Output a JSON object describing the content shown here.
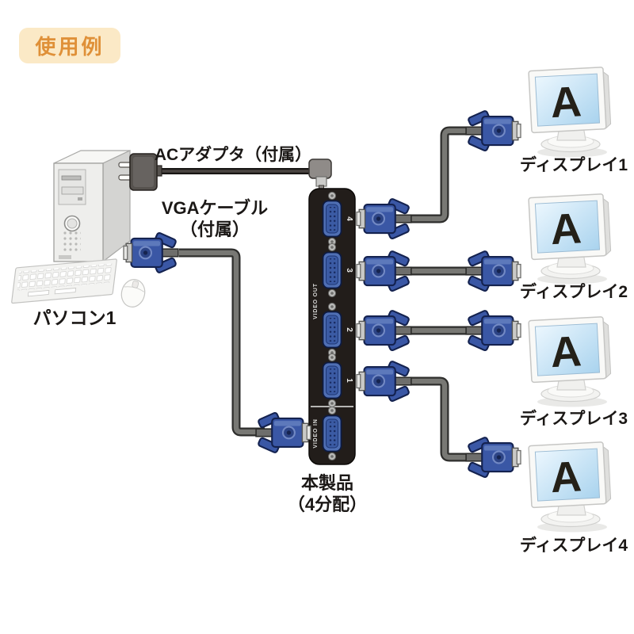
{
  "badge": {
    "label": "使用例"
  },
  "pc": {
    "label": "パソコン1"
  },
  "ac_adapter": {
    "label": "ACアダプタ（付属）"
  },
  "vga_cable": {
    "line1": "VGAケーブル",
    "line2": "（付属）"
  },
  "product": {
    "line1": "本製品",
    "line2": "（4分配）"
  },
  "device": {
    "video_out_label": "VIDEO OUT",
    "video_in_label": "VIDEO IN",
    "out_ports": [
      {
        "number": "4"
      },
      {
        "number": "3"
      },
      {
        "number": "2"
      },
      {
        "number": "1"
      }
    ]
  },
  "displays": [
    {
      "label": "ディスプレイ1",
      "screen_letter": "A"
    },
    {
      "label": "ディスプレイ2",
      "screen_letter": "A"
    },
    {
      "label": "ディスプレイ3",
      "screen_letter": "A"
    },
    {
      "label": "ディスプレイ4",
      "screen_letter": "A"
    }
  ],
  "colors": {
    "badge_bg": "#fbe9c6",
    "badge_text": "#df9038",
    "connector_blue": "#3a57a5",
    "connector_outline": "#14224f",
    "device_body": "#221d1a",
    "screen_blue_top": "#ecf7fe",
    "screen_blue_bottom": "#a9d3ee",
    "cable_gray": "#787874",
    "text_black": "#1b1816"
  }
}
